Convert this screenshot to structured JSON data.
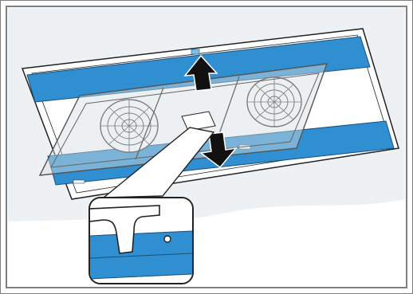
{
  "illustration": {
    "colors": {
      "frame_border": "#7f7f7f",
      "background": "#eef1f3",
      "panel_fill": "#ffffff",
      "outline": "#222222",
      "blue": "#2f8fd0",
      "blue_light": "#7fc0ea",
      "glass": "#d7dde2",
      "arrow": "#111111",
      "fan_line": "#333333"
    },
    "elements": {
      "ceiling_panel": "ceiling-panel",
      "filter_frame": "transparent-filter-frame",
      "fans": [
        "left-fan",
        "right-fan"
      ],
      "arrows": [
        "up-arrow",
        "down-arrow"
      ],
      "detail_callout": "zoom-detail-callout"
    }
  }
}
